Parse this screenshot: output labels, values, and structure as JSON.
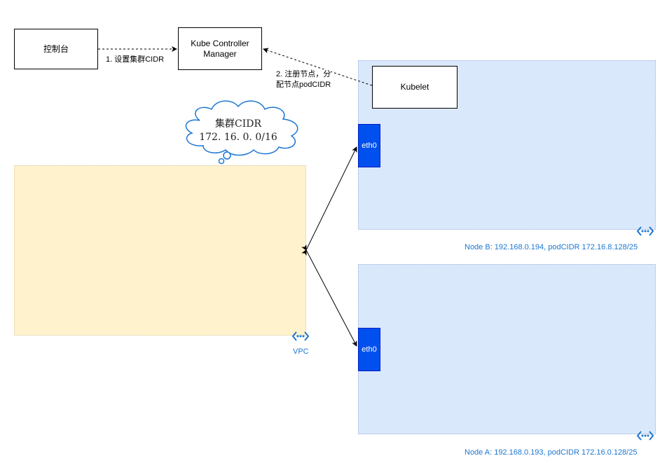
{
  "boxes": {
    "console": "控制台",
    "kcm_line1": "Kube Controller",
    "kcm_line2": "Manager",
    "kubelet": "Kubelet"
  },
  "edges": {
    "set_cidr": "1. 设置集群CIDR",
    "register_line1": "2. 注册节点，分",
    "register_line2": "配节点podCIDR"
  },
  "cloud": {
    "line1": "集群CIDR",
    "line2": "172. 16. 0. 0/16"
  },
  "regions": {
    "vpc_label": "VPC",
    "node_b_label": "Node B: 192.168.0.194, podCIDR 172.16.8.128/25",
    "node_a_label": "Node A: 192.168.0.193, podCIDR 172.16.0.128/25"
  },
  "interfaces": {
    "node_b_eth": "eth0",
    "node_a_eth": "eth0"
  },
  "icons": [
    "virtual-network-icon",
    "cloud-icon",
    "arrow-icon"
  ],
  "colors": {
    "vpc_fill": "#fff2cc",
    "node_fill": "#dae8fc",
    "eth_fill": "#0050ef",
    "label_blue": "#1d76d2"
  }
}
